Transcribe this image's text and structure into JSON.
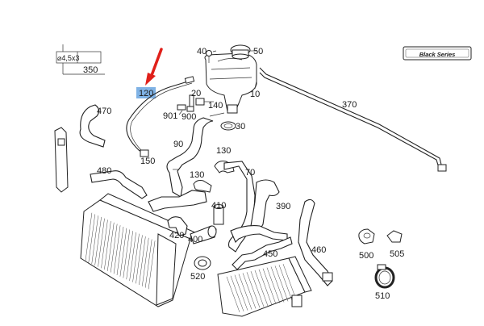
{
  "badge": {
    "text": "Black Series"
  },
  "spec": {
    "dimension": "⌀4,5x3",
    "part": "350"
  },
  "highlight": {
    "label": "120",
    "arrow_color": "#e0201a",
    "box_color": "#7fb2e5"
  },
  "labels": {
    "l40": "40",
    "l50": "50",
    "l10": "10",
    "l370": "370",
    "l20": "20",
    "l140": "140",
    "l901": "901",
    "l900": "900",
    "l30": "30",
    "l470": "470",
    "l90": "90",
    "l150": "150",
    "l130a": "130",
    "l130b": "130",
    "l70": "70",
    "l480": "480",
    "l410": "410",
    "l390": "390",
    "l420": "420",
    "l400": "400",
    "l460": "460",
    "l450": "450",
    "l520": "520",
    "l500": "500",
    "l505": "505",
    "l510": "510"
  }
}
